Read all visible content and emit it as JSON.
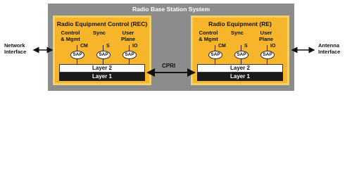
{
  "system": {
    "title": "Radio Base Station System"
  },
  "rec": {
    "title": "Radio Equipment Control (REC)",
    "columns": [
      {
        "label": "Control\n& Mgmt",
        "tag": "CM",
        "sap": "SAP"
      },
      {
        "label": "Sync",
        "tag": "S",
        "sap": "SAP"
      },
      {
        "label": "User\nPlane",
        "tag": "IO",
        "sap": "SAP"
      }
    ],
    "layer2": "Layer 2",
    "layer1": "Layer 1"
  },
  "re": {
    "title": "Radio Equipment (RE)",
    "columns": [
      {
        "label": "Control\n& Mgmt",
        "tag": "CM",
        "sap": "SAP"
      },
      {
        "label": "Sync",
        "tag": "S",
        "sap": "SAP"
      },
      {
        "label": "User\nPlane",
        "tag": "IO",
        "sap": "SAP"
      }
    ],
    "layer2": "Layer 2",
    "layer1": "Layer 1"
  },
  "link": {
    "label": "CPRI"
  },
  "network_interface": {
    "label": "Network\nInterface"
  },
  "antenna_interface": {
    "label": "Antenna\nInterface"
  },
  "colors": {
    "system_bg": "#8c8c8c",
    "unit_bg": "#f6b52a",
    "unit_border": "#f2d168",
    "layer1_bg": "#1a1a1a"
  }
}
